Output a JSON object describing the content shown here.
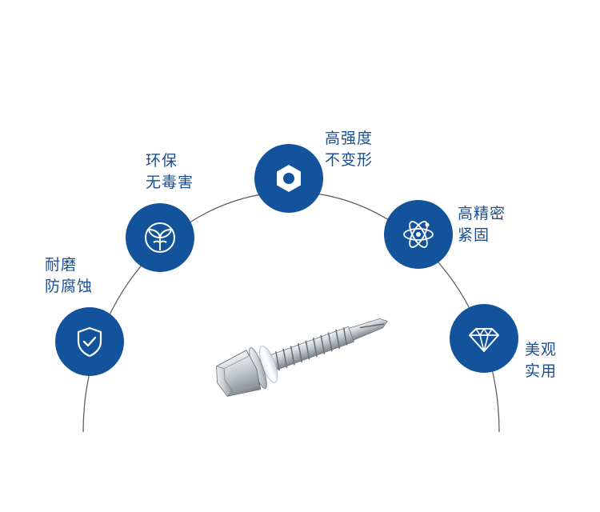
{
  "features": [
    {
      "id": "corrosion",
      "icon": "shield-check-icon",
      "line1": "耐磨",
      "line2": "防腐蚀"
    },
    {
      "id": "eco",
      "icon": "leaf-sprout-icon",
      "line1": "环保",
      "line2": "无毒害"
    },
    {
      "id": "strength",
      "icon": "hex-nut-icon",
      "line1": "高强度",
      "line2": "不变形"
    },
    {
      "id": "precision",
      "icon": "atom-icon",
      "line1": "高精密",
      "line2": "紧固"
    },
    {
      "id": "beauty",
      "icon": "diamond-icon",
      "line1": "美观",
      "line2": "实用"
    }
  ],
  "colors": {
    "accent": "#13539c",
    "label": "#1b4e8f",
    "arc": "#555555"
  },
  "product_image": "self-drilling-hex-screw"
}
